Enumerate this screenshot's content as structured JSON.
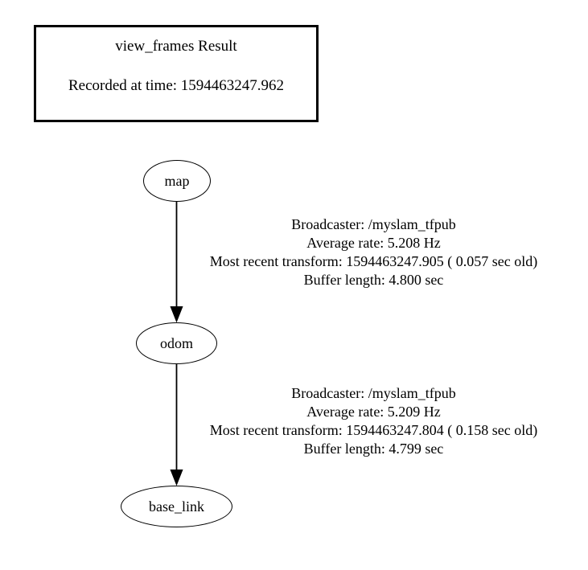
{
  "header": {
    "title": "view_frames Result",
    "recorded_at": "Recorded at time: 1594463247.962"
  },
  "graph": {
    "nodes": [
      {
        "id": "map",
        "label": "map"
      },
      {
        "id": "odom",
        "label": "odom"
      },
      {
        "id": "base_link",
        "label": "base_link"
      }
    ],
    "edges": [
      {
        "from": "map",
        "to": "odom",
        "broadcaster": "Broadcaster: /myslam_tfpub",
        "average_rate": "Average rate: 5.208 Hz",
        "most_recent_transform": "Most recent transform: 1594463247.905 ( 0.057 sec old)",
        "buffer_length": "Buffer length: 4.800 sec"
      },
      {
        "from": "odom",
        "to": "base_link",
        "broadcaster": "Broadcaster: /myslam_tfpub",
        "average_rate": "Average rate: 5.209 Hz",
        "most_recent_transform": "Most recent transform: 1594463247.804 ( 0.158 sec old)",
        "buffer_length": "Buffer length: 4.799 sec"
      }
    ]
  },
  "colors": {
    "background": "#ffffff",
    "stroke": "#000000",
    "text": "#000000"
  }
}
